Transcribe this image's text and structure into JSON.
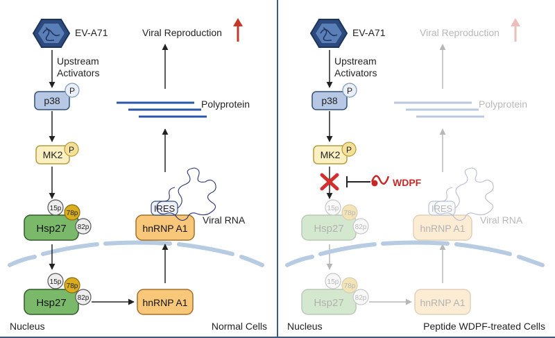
{
  "left_panel": {
    "virus_label": "EV-A71",
    "upstream_line1": "Upstream",
    "upstream_line2": "Activators",
    "p38": "p38",
    "mk2": "MK2",
    "phospho": "P",
    "hsp27": "Hsp27",
    "site_15p": "15p",
    "site_78p": "78p",
    "site_82p": "82p",
    "hnrnp_cyto": "hnRNP A1",
    "hnrnp_nuc": "hnRNP A1",
    "ires": "IRES",
    "viral_rna": "Viral RNA",
    "polyprotein": "Polyprotein",
    "viral_reproduction": "Viral Reproduction",
    "nucleus": "Nucleus",
    "condition": "Normal Cells"
  },
  "right_panel": {
    "virus_label": "EV-A71",
    "upstream_line1": "Upstream",
    "upstream_line2": "Activators",
    "p38": "p38",
    "mk2": "MK2",
    "phospho": "P",
    "inhibitor": "WDPF",
    "hsp27": "Hsp27",
    "site_15p": "15p",
    "site_78p": "78p",
    "site_82p": "82p",
    "hnrnp_cyto": "hnRNP A1",
    "hnrnp_nuc": "hnRNP A1",
    "ires": "IRES",
    "viral_rna": "Viral RNA",
    "polyprotein": "Polyprotein",
    "viral_reproduction": "Viral Reproduction",
    "nucleus": "Nucleus",
    "condition": "Peptide WDPF-treated Cells"
  },
  "colors": {
    "arrow": "#222222",
    "up_arrow": "#c0392b",
    "inhibitor": "#c62828",
    "divider": "#3b5a8c",
    "p38_fill": "#b7c8e4",
    "mk2_fill": "#fbf0c2",
    "hsp27_fill": "#7ab96a",
    "hnrnp_fill": "#f8c77a",
    "site_78p_fill": "#d9ad1e",
    "polyprotein": "#2c56a8",
    "rna": "#2a3470",
    "membrane": "#b7cbe3"
  }
}
